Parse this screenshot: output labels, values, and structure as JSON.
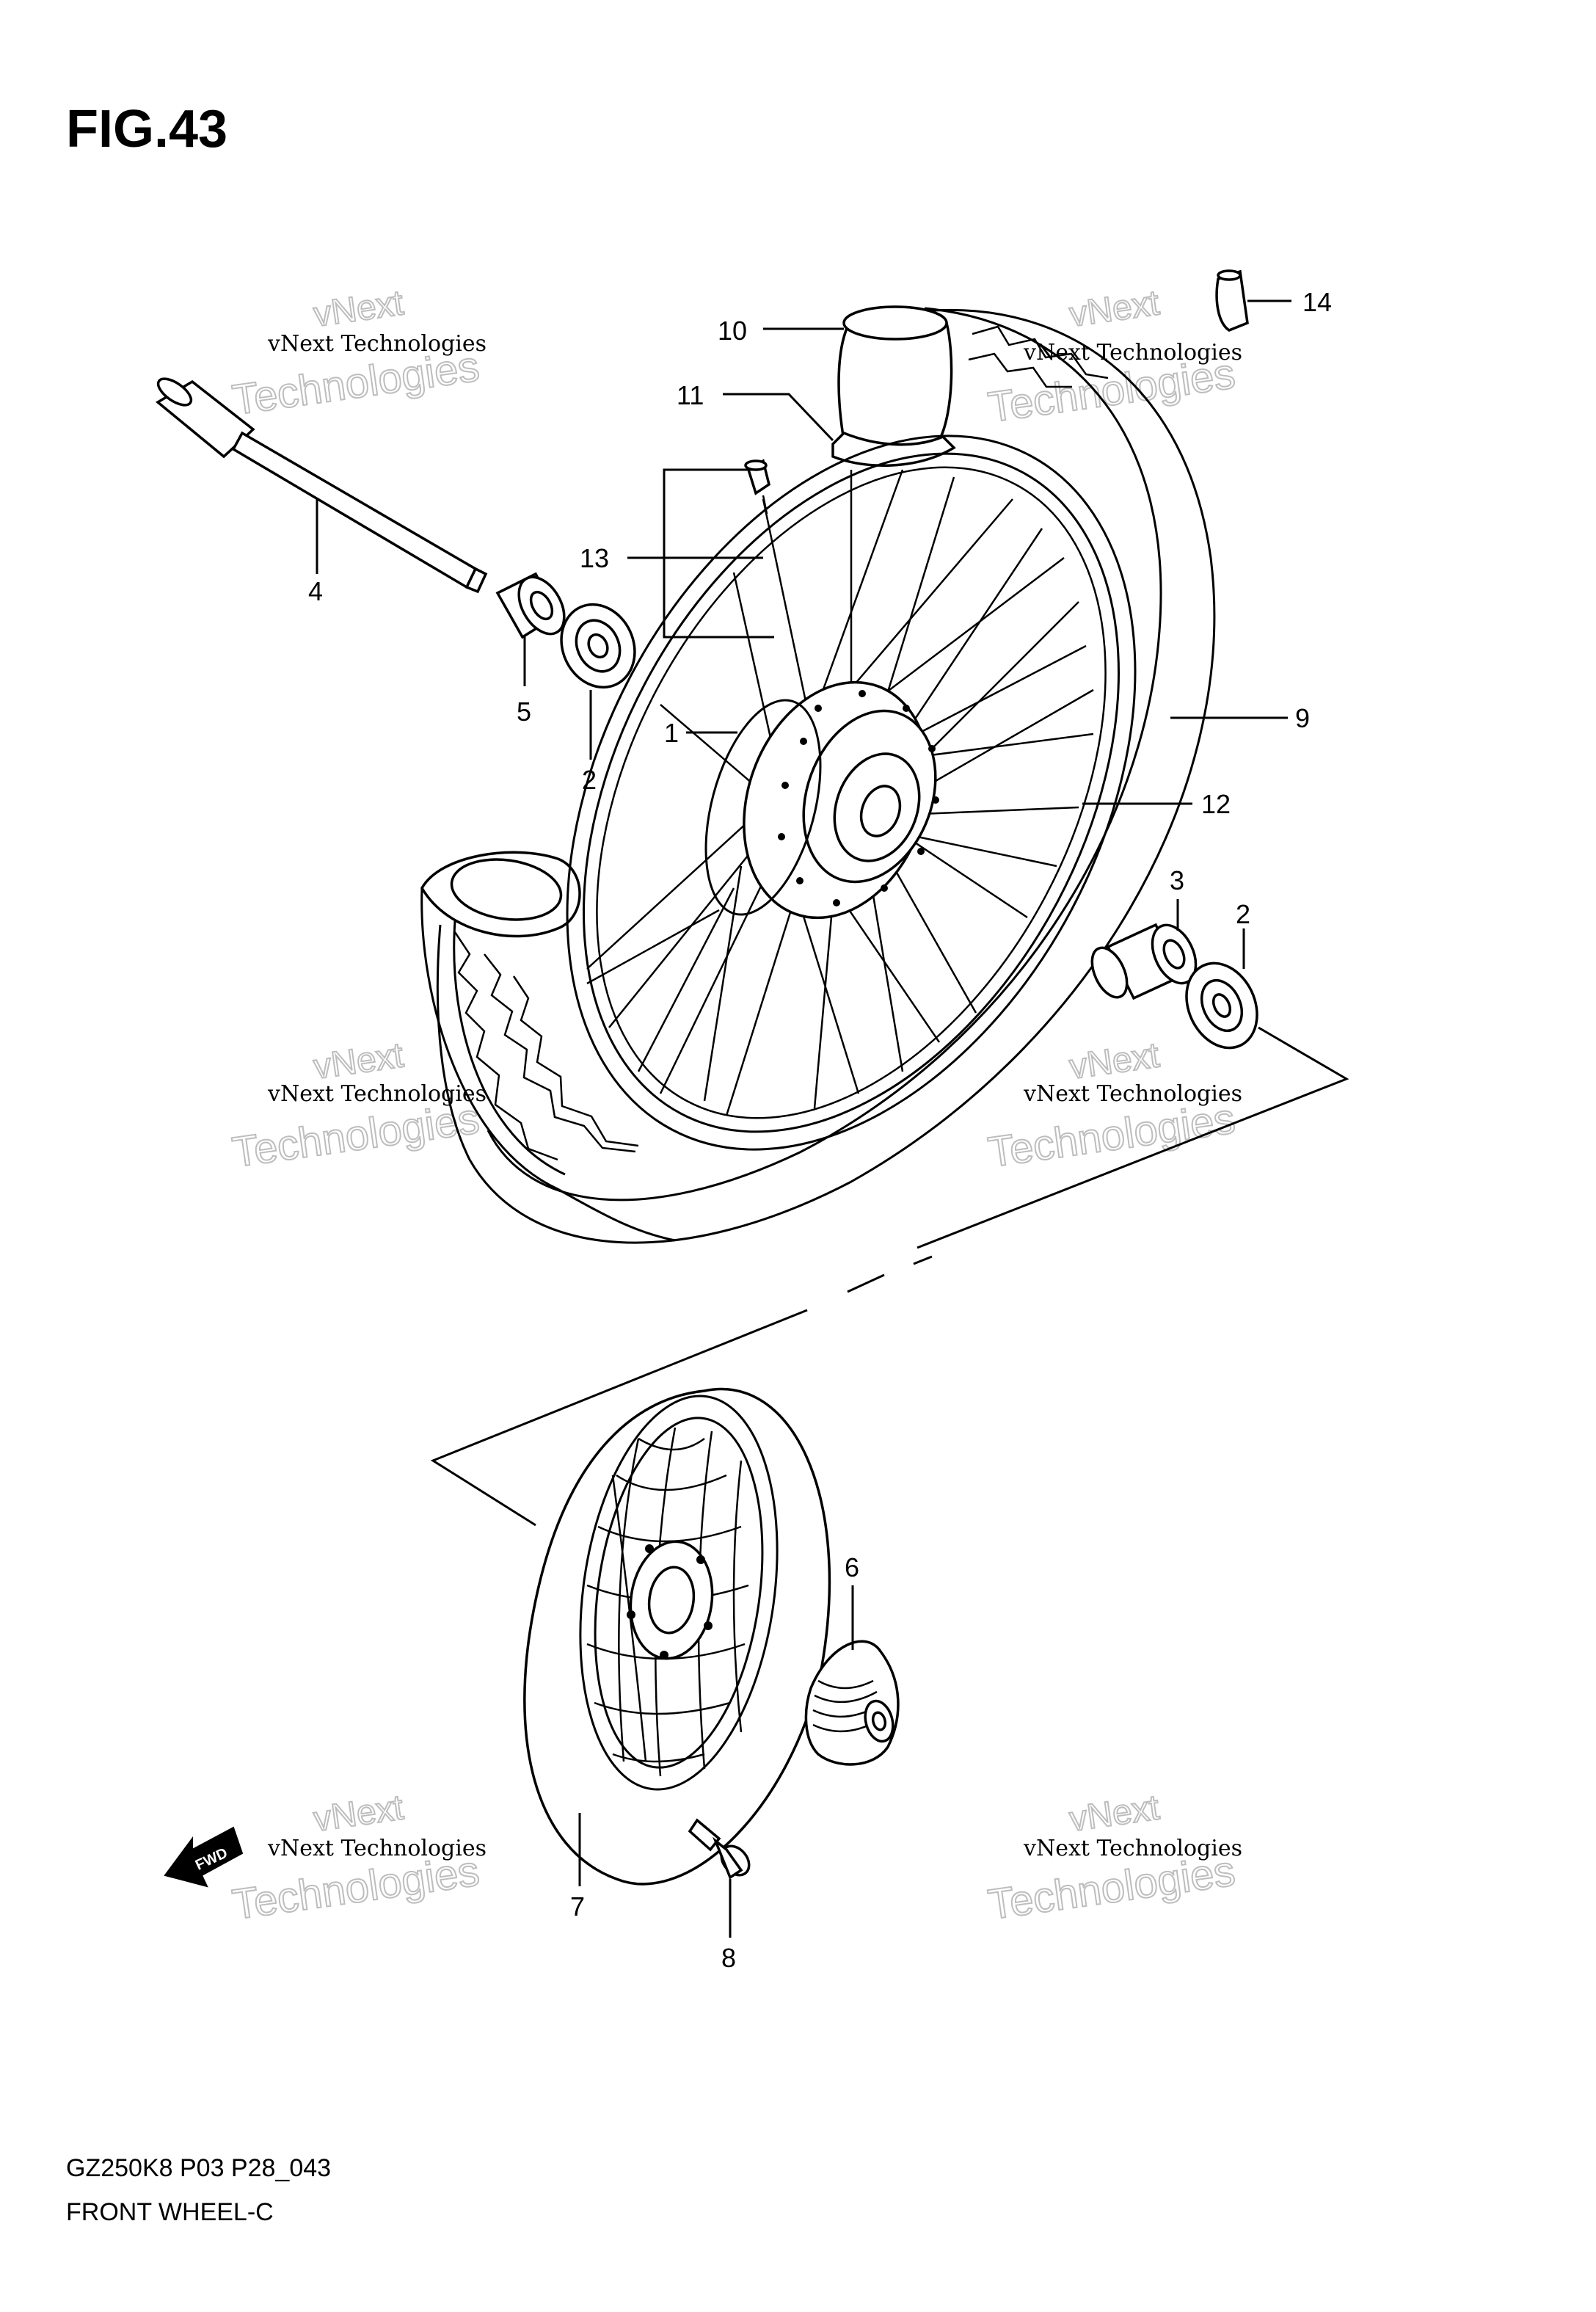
{
  "figure": {
    "title": "FIG.43",
    "model_code": "GZ250K8 P03 P28_043",
    "caption": "FRONT WHEEL-C"
  },
  "watermark": {
    "company": "vNext Technologies",
    "word_top": "vNext",
    "word_bottom": "Technologies"
  },
  "fwd_label": "FWD",
  "callouts": [
    {
      "id": "1",
      "label": "1"
    },
    {
      "id": "2a",
      "label": "2"
    },
    {
      "id": "2b",
      "label": "2"
    },
    {
      "id": "3",
      "label": "3"
    },
    {
      "id": "4",
      "label": "4"
    },
    {
      "id": "5",
      "label": "5"
    },
    {
      "id": "6",
      "label": "6"
    },
    {
      "id": "7",
      "label": "7"
    },
    {
      "id": "8",
      "label": "8"
    },
    {
      "id": "9",
      "label": "9"
    },
    {
      "id": "10",
      "label": "10"
    },
    {
      "id": "11",
      "label": "11"
    },
    {
      "id": "12",
      "label": "12"
    },
    {
      "id": "13",
      "label": "13"
    },
    {
      "id": "14",
      "label": "14"
    }
  ]
}
